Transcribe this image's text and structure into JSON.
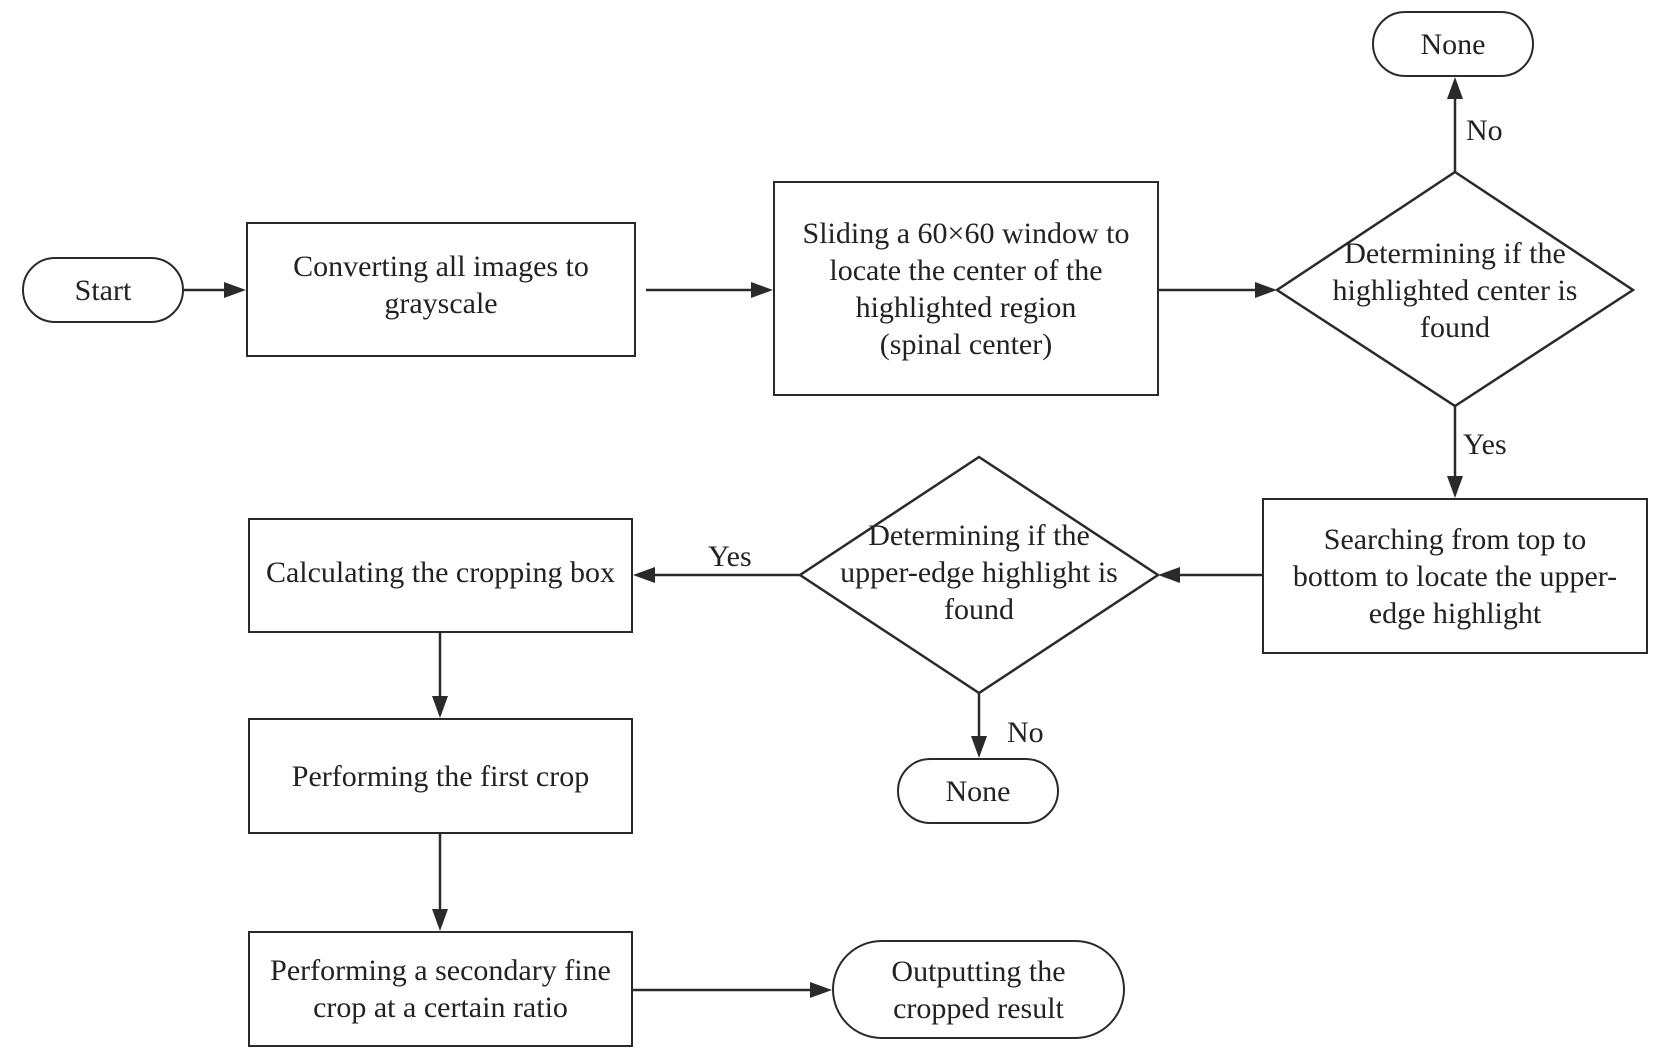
{
  "diagram": {
    "type": "flowchart",
    "nodes": {
      "start": {
        "shape": "terminator",
        "label": "Start"
      },
      "grayscale": {
        "shape": "process",
        "label": "Converting all images to\ngrayscale"
      },
      "sliding": {
        "shape": "process",
        "label": "Sliding a 60×60 window to\nlocate the center of the\nhighlighted region\n(spinal center)"
      },
      "decision_center": {
        "shape": "decision",
        "label": "Determining if the\nhighlighted center is\nfound"
      },
      "none_top": {
        "shape": "terminator",
        "label": "None"
      },
      "searching": {
        "shape": "process",
        "label": "Searching from top to\nbottom to locate the upper-\nedge highlight"
      },
      "decision_edge": {
        "shape": "decision",
        "label": "Determining if the\nupper-edge highlight is\nfound"
      },
      "none_bottom": {
        "shape": "terminator",
        "label": "None"
      },
      "calc_box": {
        "shape": "process",
        "label": "Calculating the cropping box"
      },
      "first_crop": {
        "shape": "process",
        "label": "Performing the first crop"
      },
      "secondary_crop": {
        "shape": "process",
        "label": "Performing a secondary fine\ncrop at a certain ratio"
      },
      "output": {
        "shape": "terminator",
        "label": "Outputting the\ncropped result"
      }
    },
    "edges": [
      {
        "from": "start",
        "to": "grayscale",
        "label": ""
      },
      {
        "from": "grayscale",
        "to": "sliding",
        "label": ""
      },
      {
        "from": "sliding",
        "to": "decision_center",
        "label": ""
      },
      {
        "from": "decision_center",
        "to": "none_top",
        "label": "No"
      },
      {
        "from": "decision_center",
        "to": "searching",
        "label": "Yes"
      },
      {
        "from": "searching",
        "to": "decision_edge",
        "label": ""
      },
      {
        "from": "decision_edge",
        "to": "calc_box",
        "label": "Yes"
      },
      {
        "from": "decision_edge",
        "to": "none_bottom",
        "label": "No"
      },
      {
        "from": "calc_box",
        "to": "first_crop",
        "label": ""
      },
      {
        "from": "first_crop",
        "to": "secondary_crop",
        "label": ""
      },
      {
        "from": "secondary_crop",
        "to": "output",
        "label": ""
      }
    ],
    "edge_labels": {
      "center_no": "No",
      "center_yes": "Yes",
      "edge_yes": "Yes",
      "edge_no": "No"
    },
    "colors": {
      "stroke": "#2a2a2a",
      "text": "#222222",
      "background": "#ffffff"
    }
  }
}
